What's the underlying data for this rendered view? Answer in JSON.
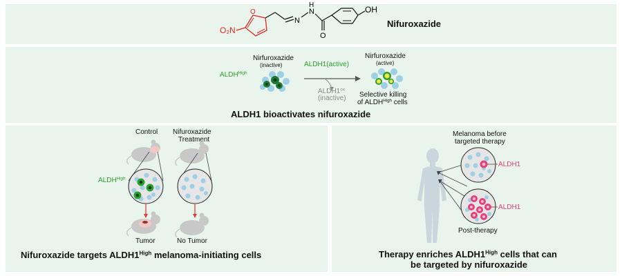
{
  "panel_top": {
    "title": "Nifuroxazide",
    "groups": {
      "nitro": "O₂N",
      "hydroxyl": "OH",
      "carbonyl_o": "O",
      "nitrogen": "N",
      "amine": "N",
      "amine_h": "H",
      "furan_o": "O"
    }
  },
  "panel_mechanism": {
    "inactive_name": "Nirfuroxazide",
    "inactive_state": "(inactive)",
    "aldh_label": "ALDH",
    "aldh_sup": "High",
    "enzyme_label": "ALDH1(active)",
    "ox_label": "ALDH1",
    "ox_sup": "ox",
    "ox_state": "(inactive)",
    "active_name": "Nirfuroxazide",
    "active_state": "(active)",
    "killing_line1": "Selective killing",
    "killing_line2_prefix": "of ALDH",
    "killing_line2_sup": "High",
    "killing_line2_suffix": " cells",
    "caption": "ALDH1 bioactivates nifuroxazide"
  },
  "panel_mouse": {
    "control_label": "Control",
    "treatment_line1": "Nifuroxazide",
    "treatment_line2": "Treatment",
    "aldh_label": "ALDH",
    "aldh_sup": "High",
    "tumor_label": "Tumor",
    "no_tumor_label": "No Tumor",
    "caption_prefix": "Nifuroxazide targets ALDH1",
    "caption_sup": "High",
    "caption_suffix": " melanoma-initiating cells"
  },
  "panel_therapy": {
    "before_line1": "Melanoma before",
    "before_line2": "targeted therapy",
    "aldh1_label_top": "ALDH1",
    "aldh1_label_bottom": "ALDH1",
    "post_label": "Post-therapy",
    "caption_line1_prefix": "Therapy enriches ALDH1",
    "caption_line1_sup": "High",
    "caption_line1_suffix": " cells that can",
    "caption_line2": "be targeted by nifuroxazide"
  },
  "colors": {
    "panel_bg": "#e9f4ec",
    "nitro_red": "#e0271d",
    "aldh_green": "#2ca02c",
    "cell_blue": "#9fcfe4",
    "dark_green": "#1d7a34",
    "yellow": "#f2e64a",
    "pink": "#e8407a",
    "arrow_red": "#e23b3b",
    "gray": "#8a8a8a",
    "silhouette": "#c9d6de"
  }
}
